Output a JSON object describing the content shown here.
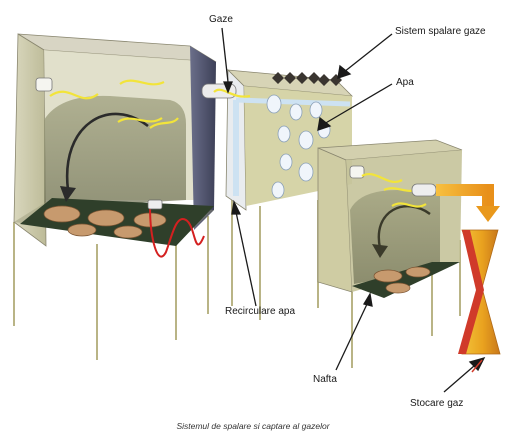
{
  "labels": {
    "gaze": "Gaze",
    "sistem_spalare": "Sistem spalare gaze",
    "apa": "Apa",
    "recirculare_apa": "Recirculare apa",
    "nafta": "Nafta",
    "stocare_gaz": "Stocare gaz"
  },
  "caption": "Sistemul de spalare si captare al gazelor",
  "colors": {
    "cabinet_dark": "#5b5f7a",
    "cabinet_glass": "#c9c7a8",
    "tray": "#2f3f2a",
    "gas_flow": "#f2e43a",
    "water_bubble": "#e8f0fa",
    "storage_orange": "#f0a020",
    "storage_red": "#d03a2a",
    "heat_wire": "#d42020"
  },
  "icons": [
    "curved-arrow-icon",
    "gas-arrow-icon",
    "filter-icon",
    "bubble-icon",
    "burner-icon"
  ]
}
